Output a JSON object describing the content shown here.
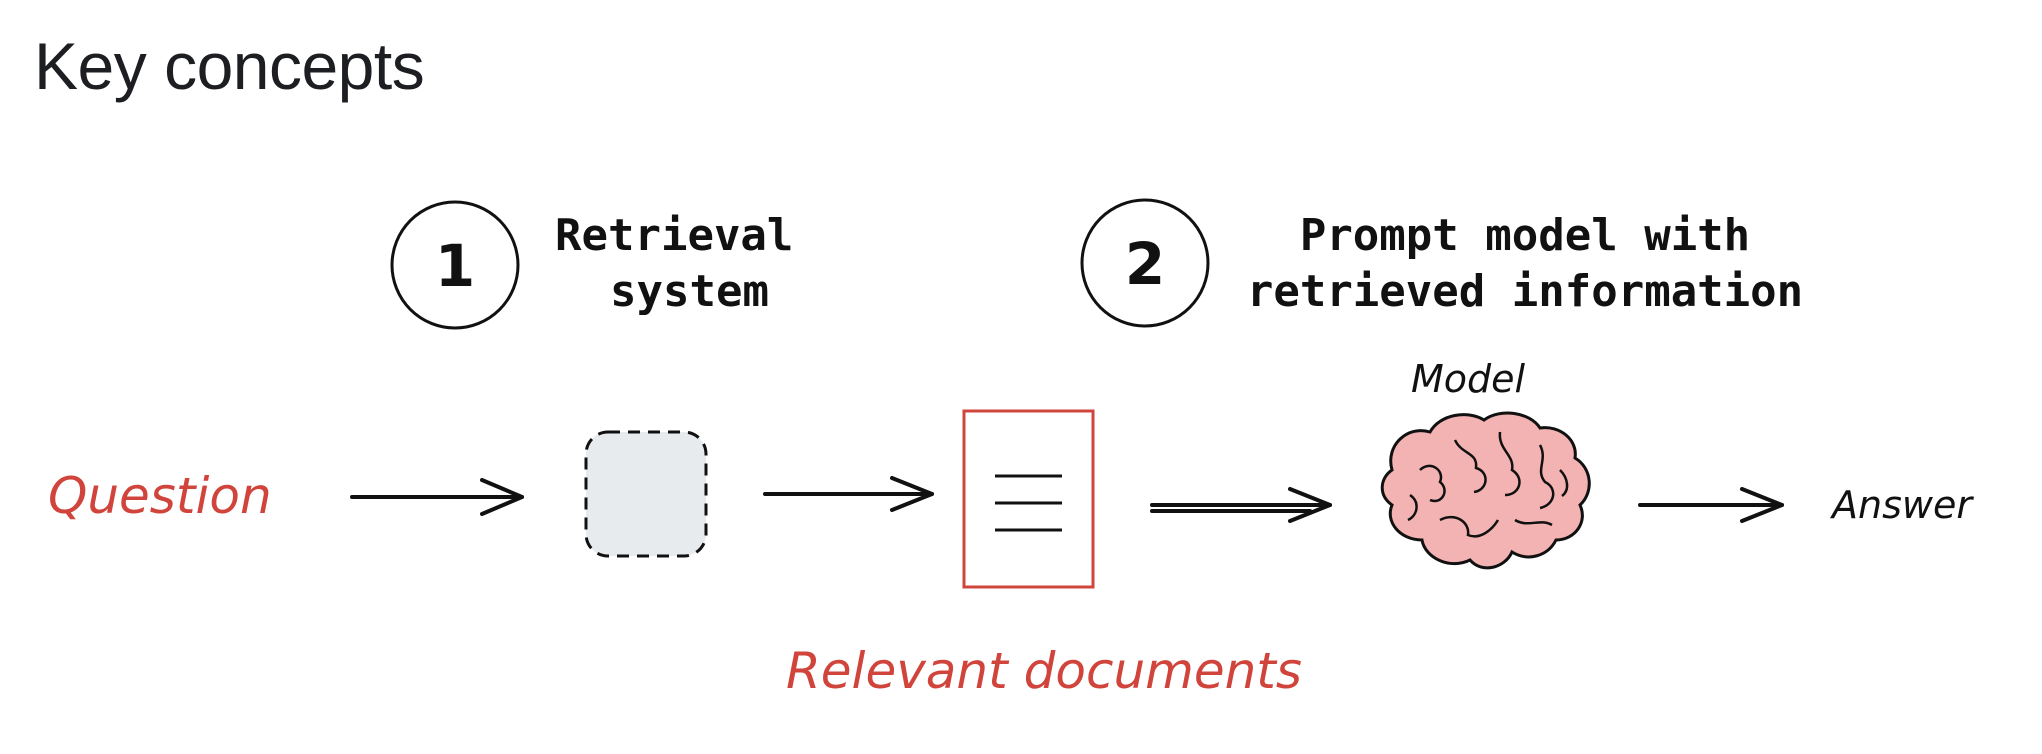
{
  "page": {
    "title": "Key concepts"
  },
  "diagram": {
    "steps": [
      {
        "number": "1",
        "label_line1": "Retrieval",
        "label_line2": "system"
      },
      {
        "number": "2",
        "label_line1": "Prompt model with",
        "label_line2": "retrieved information"
      }
    ],
    "question_label": "Question",
    "documents_label": "Relevant documents",
    "model_label": "Model",
    "answer_label": "Answer",
    "colors": {
      "accent_red": "#d0443b",
      "retrieval_box_fill": "#e8ebee",
      "brain_fill": "#f3b3b3",
      "ink": "#111111"
    },
    "icons": [
      "retrieval-box-icon",
      "document-icon",
      "brain-icon"
    ]
  }
}
